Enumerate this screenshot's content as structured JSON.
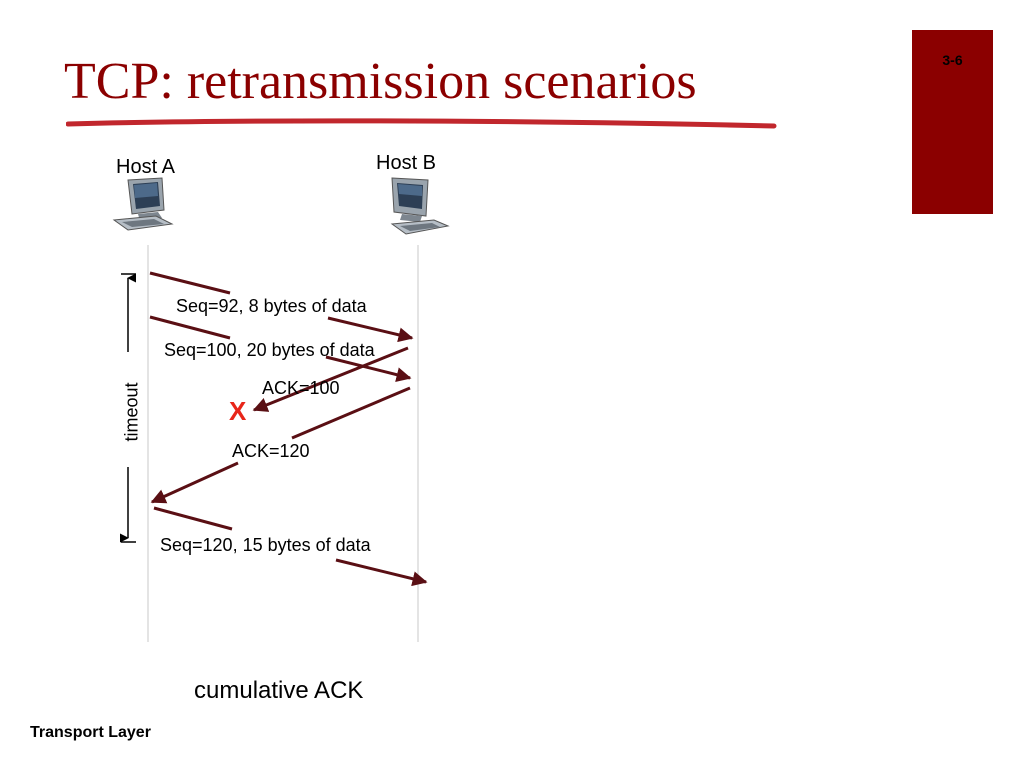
{
  "slide": {
    "title": "TCP: retransmission scenarios",
    "page_number": "3-6",
    "caption": "cumulative ACK",
    "footer": "Transport Layer",
    "accent_color": "#8b0000",
    "arrow_color": "#5a0f14",
    "lost_marker_color": "#e8261a"
  },
  "hosts": {
    "a": {
      "label": "Host A",
      "icon": "desktop-computer-icon"
    },
    "b": {
      "label": "Host B",
      "icon": "desktop-computer-icon"
    }
  },
  "messages": {
    "seq92": "Seq=92, 8 bytes of data",
    "seq100": "Seq=100, 20 bytes of data",
    "ack100": "ACK=100",
    "ack120": "ACK=120",
    "seq120": "Seq=120,  15 bytes of data",
    "lost_marker": "X"
  },
  "timer": {
    "label": "timeout"
  }
}
